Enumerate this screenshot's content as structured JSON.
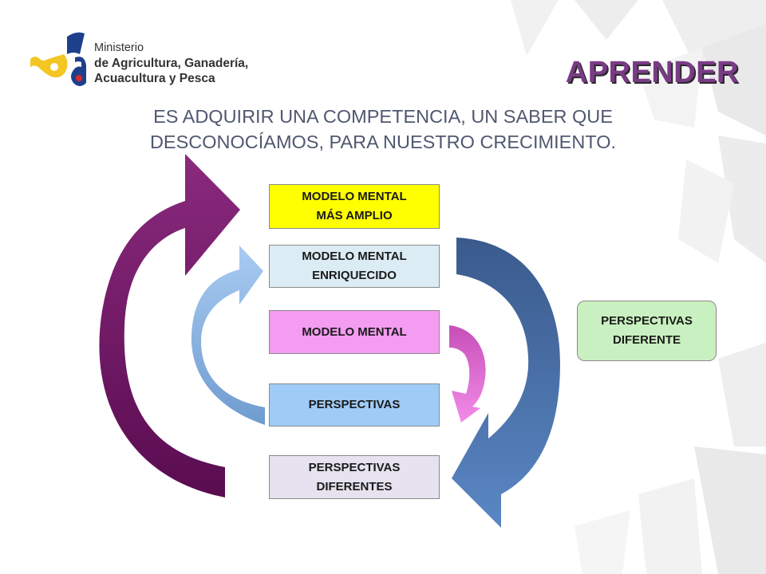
{
  "header": {
    "org_line_1": "Ministerio",
    "org_line_2": "de Agricultura, Ganadería,",
    "org_line_3": "Acuacultura y Pesca",
    "logo_icon": "ministry-logo-icon"
  },
  "title": "APRENDER",
  "subtitle": "ES ADQUIRIR UNA COMPETENCIA, UN SABER QUE DESCONOCÍAMOS, PARA NUESTRO CRECIMIENTO.",
  "diagram": {
    "boxes": [
      {
        "label": "MODELO MENTAL\nMÁS AMPLIO",
        "color": "#ffff00"
      },
      {
        "label": "MODELO MENTAL\nENRIQUECIDO",
        "color": "#dcecf5"
      },
      {
        "label": "MODELO MENTAL",
        "color": "#f39cf1"
      },
      {
        "label": "PERSPECTIVAS",
        "color": "#9fcbf7"
      },
      {
        "label": "PERSPECTIVAS\nDIFERENTES",
        "color": "#e6e2ef"
      },
      {
        "label": "PERSPECTIVAS\nDIFERENTE",
        "color": "#c9f0c0"
      }
    ],
    "arrows": [
      {
        "name": "purple-arrow",
        "color": "#7a1b6c"
      },
      {
        "name": "light-blue-arrow",
        "color": "#8fb7e6"
      },
      {
        "name": "pink-arrow",
        "color": "#e36fd8"
      },
      {
        "name": "dark-blue-arrow",
        "color": "#3f6397"
      }
    ]
  },
  "colors": {
    "title": "#7a3b86",
    "subtitle": "#505870",
    "logo_blue": "#1e3f8c",
    "logo_yellow": "#f3c623",
    "logo_red": "#d62a2a"
  }
}
